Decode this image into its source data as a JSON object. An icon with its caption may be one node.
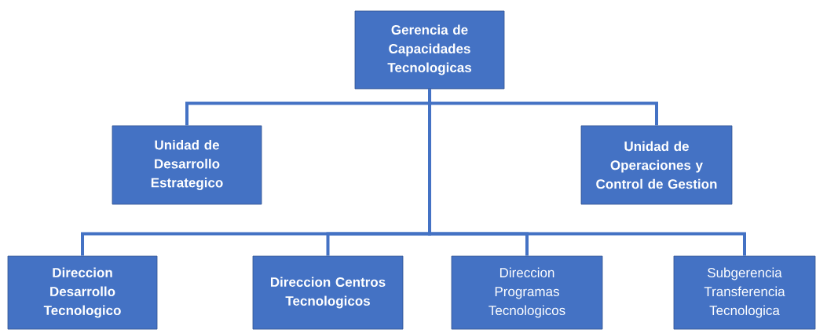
{
  "diagram": {
    "nodes": [
      {
        "text": [
          "Gerencia de Capacidades Tecnologicas"
        ]
      },
      {
        "text": [
          "Unidad de Desarrollo Estrategico"
        ]
      },
      {
        "text": [
          "Unidad de Operaciones y Control de Gestion"
        ]
      },
      {
        "text": [
          "Direccion Desarrollo Tecnologico"
        ]
      },
      {
        "text": [
          "Direccion Centros Tecnologicos"
        ]
      },
      {
        "text": [
          "Direccion Programas Tecnologicos"
        ]
      },
      {
        "text": [
          "Subgerencia Transferencia Tecnologica"
        ]
      }
    ],
    "edges": [
      {
        "from": 0,
        "to": 1,
        "arrow": "none"
      },
      {
        "from": 0,
        "to": 2,
        "arrow": "none"
      },
      {
        "from": 0,
        "to": 3,
        "arrow": "none"
      },
      {
        "from": 0,
        "to": 4,
        "arrow": "none"
      },
      {
        "from": 0,
        "to": 5,
        "arrow": "none"
      },
      {
        "from": 0,
        "to": 6,
        "arrow": "none"
      }
    ]
  }
}
